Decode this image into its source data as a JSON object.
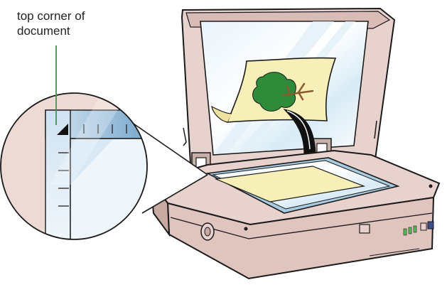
{
  "callout": {
    "line1": "top corner of",
    "line2": "document"
  },
  "colors": {
    "outline": "#1a1a1a",
    "scanner_body": "#e8d2cd",
    "scanner_shadow": "#c9aaa3",
    "glass_blue": "#a9cbe0",
    "document_paper": "#f7efb8",
    "tree_green": "#2e8b3a",
    "tree_trunk": "#8a5a2b",
    "leader_line": "#3a9a4a",
    "arrow_fill": "#111111"
  },
  "icons": [
    "scanner-illustration",
    "document-sheet",
    "tree-image",
    "insert-arrow",
    "magnifier-callout",
    "corner-marker-icon"
  ]
}
